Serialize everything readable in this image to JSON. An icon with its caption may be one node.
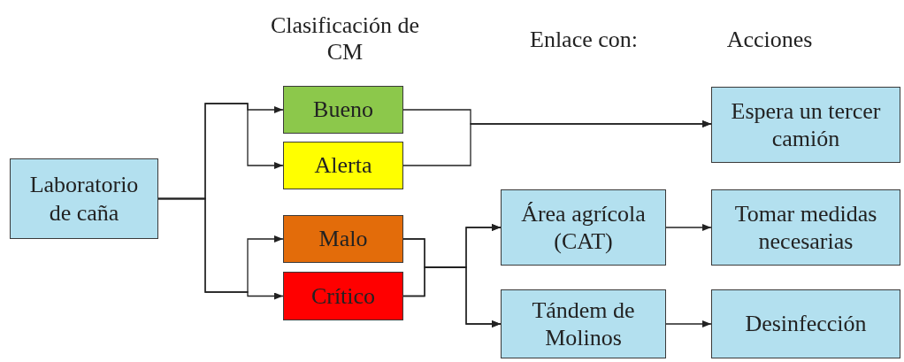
{
  "diagram": {
    "nodes": [
      {
        "text": [
          "Laboratorio de caña"
        ]
      },
      {
        "text": [
          "Bueno"
        ]
      },
      {
        "text": [
          "Alerta"
        ]
      },
      {
        "text": [
          "Malo"
        ]
      },
      {
        "text": [
          "Crítico"
        ]
      },
      {
        "text": [
          "Área agrícola (CAT)"
        ]
      },
      {
        "text": [
          "Tándem de Molinos"
        ]
      },
      {
        "text": [
          "Espera un tercer camión"
        ]
      },
      {
        "text": [
          "Tomar medidas necesarias"
        ]
      },
      {
        "text": [
          "Desinfección"
        ]
      }
    ],
    "edges": [
      {
        "from": 0,
        "to": 1,
        "arrow": "to"
      },
      {
        "from": 0,
        "to": 2,
        "arrow": "to"
      },
      {
        "from": 0,
        "to": 3,
        "arrow": "to"
      },
      {
        "from": 0,
        "to": 4,
        "arrow": "to"
      },
      {
        "from": 1,
        "to": 7,
        "arrow": "to"
      },
      {
        "from": 2,
        "to": 7,
        "arrow": "to"
      },
      {
        "from": 3,
        "to": 5,
        "arrow": "to"
      },
      {
        "from": 3,
        "to": 6,
        "arrow": "to"
      },
      {
        "from": 4,
        "to": 5,
        "arrow": "to"
      },
      {
        "from": 4,
        "to": 6,
        "arrow": "to"
      },
      {
        "from": 5,
        "to": 8,
        "arrow": "to"
      },
      {
        "from": 6,
        "to": 9,
        "arrow": "to"
      }
    ],
    "labels": [
      "Clasificación de CM",
      "Enlace con:",
      "Acciones"
    ]
  }
}
